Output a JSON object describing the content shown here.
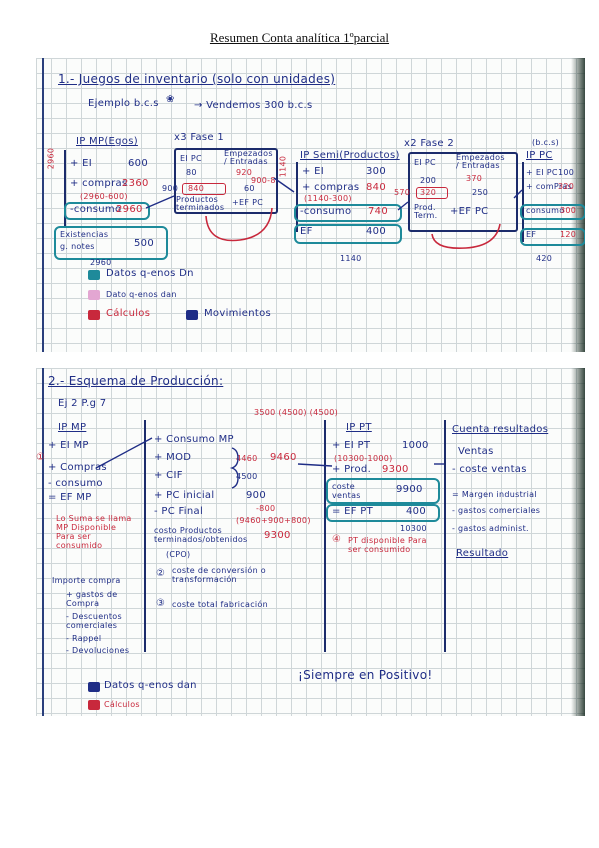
{
  "document": {
    "title": "Resumen Conta analítica 1ºparcial"
  },
  "section1": {
    "heading": "1.- Juegos de inventario (solo con unidades)",
    "example": "Ejemplo b.c.s",
    "sell": "→ Vendemos 300 b.c.s",
    "ip_mp": {
      "header": "IP MP(Egos)",
      "ei": "+ EI",
      "ei_val": "600",
      "compras": "+ compras",
      "compras_val": "2360",
      "range": "(2960-600)",
      "consumo": "-consumo",
      "consumo_val": "2960",
      "exist": "Existencias",
      "exist2": "g. notes",
      "exist_val": "500",
      "side": "2960",
      "below": "2960"
    },
    "fase1": {
      "label": "x3 Fase 1",
      "ei_pc": "EI PC",
      "empezados": "Empezados / Entradas",
      "v80": "80",
      "v920": "920",
      "v900": "900",
      "v840": "840",
      "v60": "60",
      "vsub": "900-8",
      "pt": "Productos terminados",
      "ef_pc": "+EF PC"
    },
    "ip_semi": {
      "header": "IP Semi(Productos)",
      "ei": "+ EI",
      "ei_val": "300",
      "compras": "+ compras",
      "compras_val": "840",
      "range": "(1140-300)",
      "consumo": "-consumo",
      "consumo_val": "740",
      "ef": "EF",
      "ef_val": "400",
      "side": "1140",
      "below": "1140"
    },
    "fase2": {
      "label": "x2 Fase 2",
      "ei_pc": "EI PC",
      "empezados": "Empezados / Entradas",
      "v200": "200",
      "v370": "370",
      "v320": "320",
      "v250": "250",
      "vsub": "570",
      "pt": "Prod. Term.",
      "ef_pc": "+EF PC"
    },
    "ip_pc": {
      "header": "IP PC",
      "unit": "(b.c.s)",
      "ei": "+ EI PC",
      "ei_val": "100",
      "compras": "+ comPras",
      "compras_val": "320",
      "consumo": "consumo",
      "consumo_val": "300",
      "ef": "EF",
      "ef_val": "120",
      "below": "420"
    },
    "legend": [
      {
        "label": "Datos q-enos Dn",
        "color": "#1e8a9a",
        "tag": "B"
      },
      {
        "label": "Dato q-enos dan",
        "color": "#e3a6d2",
        "tag": ""
      },
      {
        "label": "Cálculos",
        "color": "#c8283c",
        "tag": "R"
      },
      {
        "label": "Movimientos",
        "color": "#1f2d86",
        "tag": "M"
      }
    ]
  },
  "section2": {
    "heading": "2.- Esquema de Producción:",
    "ej": "Ej 2 P.g 7",
    "ip_mp": {
      "header": "IP MP",
      "ei": "+ EI MP",
      "compras": "+ Compras",
      "consumo": "- consumo",
      "ef": "= EF MP",
      "note_num": "①",
      "note": "Lo Suma se llama MP Disponible Para ser consumido",
      "import": "Importe compra",
      "items": [
        "+ gastos de Compra",
        "- Descuentos comerciales",
        "- Rappel",
        "- Devoluciones"
      ]
    },
    "center": {
      "consumo": "+ Consumo MP",
      "mod": "+ MOD",
      "mod_val": "4460",
      "cif": "+ CIF",
      "cif_val": "4500",
      "total": "9460",
      "pc_ini": "+ PC inicial",
      "pc_ini_val": "900",
      "pc_fin": "- PC Final",
      "pc_fin_val": "-800",
      "range": "(9460+900+800)",
      "costo": "costo Productos terminados/obtenidos",
      "cpo": "(CPO)",
      "cpo_val": "9300",
      "n2": "②",
      "conv": "coste de conversión o transformación",
      "n3": "③",
      "total_fab": "coste total fabricación",
      "top": "3500 (4500) (4500)"
    },
    "ip_pt": {
      "header": "IP PT",
      "ei": "+ EI PT",
      "ei_val": "1000",
      "prod": "+ Prod.",
      "prod_val": "9300",
      "range": "(10300-1000)",
      "ventas": "coste ventas",
      "ventas_val": "9900",
      "ef": "= EF PT",
      "ef_val": "400",
      "below": "10300",
      "n4": "④",
      "note": "PT disponible Para ser consumido"
    },
    "results": {
      "header": "Cuenta resultados",
      "ventas": "Ventas",
      "coste": "- coste ventas",
      "margen": "= Margen industrial",
      "g1": "- gastos comerciales",
      "g2": "- gastos administ.",
      "res": "Resultado"
    },
    "always": "¡Siempre en Positivo!",
    "legend": [
      {
        "label": "Datos q-enos dan",
        "color": "#1f2d86"
      },
      {
        "label": "Cálculos",
        "color": "#c8283c"
      }
    ]
  }
}
